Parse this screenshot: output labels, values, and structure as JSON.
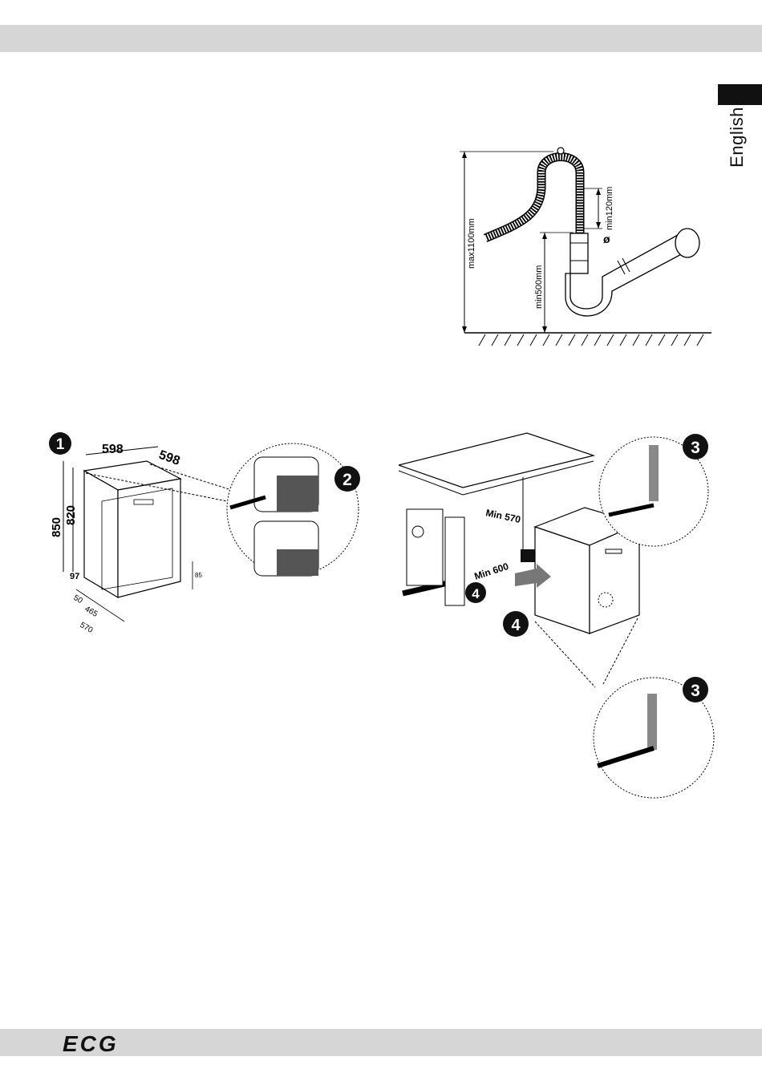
{
  "page": {
    "language_tab": "English",
    "brand": "ECG"
  },
  "drain_figure": {
    "max_height": "max1100mm",
    "min_height": "min500mm",
    "min_clearance": "min120mm",
    "diameter_symbol": "ø"
  },
  "dimension_figure": {
    "step_1": "1",
    "step_2": "2",
    "width": "598",
    "depth": "598",
    "height_total": "850",
    "height_body": "820",
    "dim_97": "97",
    "dim_50": "50",
    "dim_465": "465",
    "dim_570": "570",
    "dim_85": "85"
  },
  "installation_figure": {
    "step_3": "3",
    "step_4": "4",
    "min_height_label": "Min 570",
    "min_width_label": "Min 600"
  }
}
